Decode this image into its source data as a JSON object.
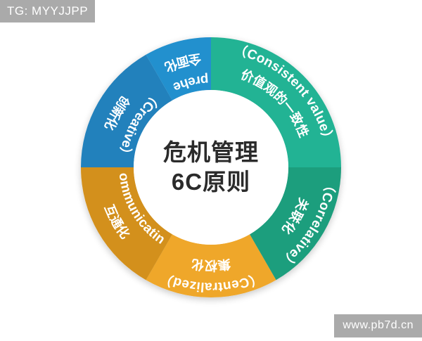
{
  "watermarks": {
    "top_left": "TG: MYYJJPP",
    "bottom_right": "www.pb7d.cn"
  },
  "center": {
    "line1": "危机管理",
    "line2": "6C原则"
  },
  "chart_data": {
    "type": "pie",
    "title": "危机管理 6C原则",
    "subtitle": "",
    "xlabel": "",
    "ylabel": "",
    "legend_position": "none",
    "grid": false,
    "donut": true,
    "inner_radius_ratio": 0.56,
    "categories": [
      "Consistent value",
      "Correlative",
      "Centralized",
      "Communicating",
      "Creative",
      "Comprehensive"
    ],
    "values": [
      25,
      15,
      20,
      20,
      15,
      25
    ],
    "segments": [
      {
        "key": "consistent-value",
        "en": "（Consistent value）",
        "cn": "价值观的一致性",
        "color": "#21b394",
        "start_angle": 0,
        "end_angle": 90,
        "value": 25
      },
      {
        "key": "correlative",
        "en": "（Correlative）",
        "cn": "关联化",
        "color": "#1f9e7d",
        "start_angle": 90,
        "end_angle": 150,
        "value": 15
      },
      {
        "key": "centralized",
        "en": "（Centralized）",
        "cn": "集权化",
        "color": "#efa72a",
        "start_angle": 150,
        "end_angle": 210,
        "value": 20
      },
      {
        "key": "communicating",
        "en": "（Communicating）",
        "cn": "互通化",
        "color": "#d3901a",
        "start_angle": 210,
        "end_angle": 270,
        "value": 20
      },
      {
        "key": "creative",
        "en": "（Creative）",
        "cn": "创新化",
        "color": "#2081bc",
        "start_angle": 270,
        "end_angle": 330,
        "value": 15
      },
      {
        "key": "comprehensive",
        "en": "（Comprehensive）",
        "cn": "全面化",
        "color": "#2390ce",
        "start_angle": 330,
        "end_angle": 360,
        "value": 25
      }
    ]
  }
}
